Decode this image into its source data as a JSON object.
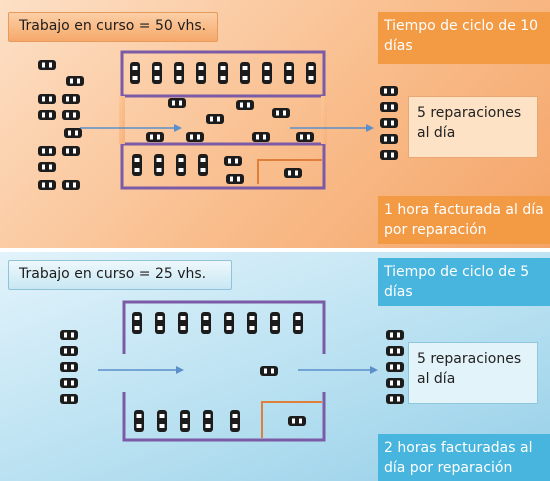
{
  "panels": [
    {
      "wip_label": "Trabajo en curso = 50 vhs.",
      "cycle_label": "Tiempo de ciclo de 10 días",
      "rate_label": "5 reparaciones al día",
      "billed_label": "1 hora facturada al día por reparación"
    },
    {
      "wip_label": "Trabajo en curso = 25 vhs.",
      "cycle_label": "Tiempo de ciclo de 5 días",
      "rate_label": "5 reparaciones al día",
      "billed_label": "2 horas facturadas al día por reparación"
    }
  ],
  "colors": {
    "bay_border": "#7b5aa6",
    "partition": "#e07f3a",
    "arrow": "#5b8fc9",
    "car": "#1c1c1c"
  },
  "icons": {
    "car": "car-icon",
    "arrow": "flow-arrow-icon"
  }
}
